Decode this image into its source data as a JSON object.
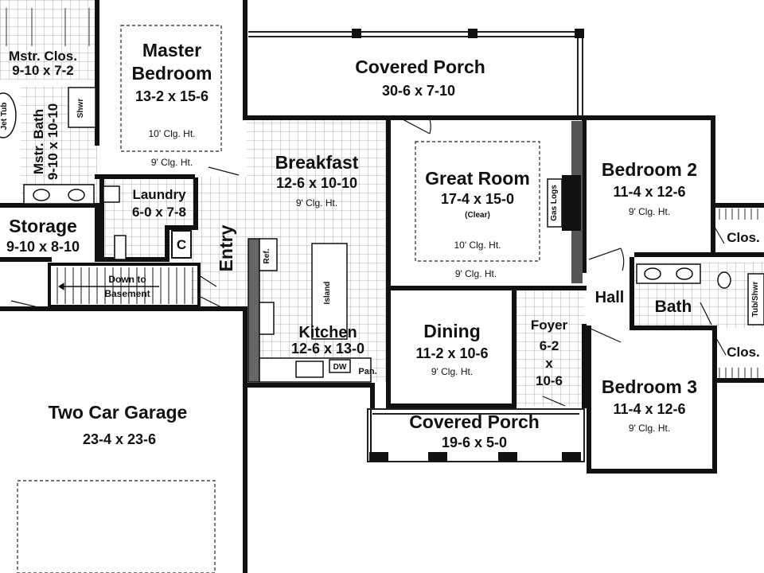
{
  "rooms": {
    "master_bedroom": {
      "name_1": "Master",
      "name_2": "Bedroom",
      "dims": "13-2 x 15-6",
      "ceiling_1": "10' Clg. Ht.",
      "ceiling_2": "9' Clg. Ht."
    },
    "master_closet": {
      "name": "Mstr. Clos.",
      "dims": "9-10 x 7-2"
    },
    "master_bath": {
      "name": "Mstr. Bath",
      "dims": "9-10 x 10-10",
      "jet_tub": "Jet Tub",
      "shower": "Shwr"
    },
    "covered_porch_rear": {
      "name": "Covered Porch",
      "dims": "30-6 x 7-10"
    },
    "breakfast": {
      "name": "Breakfast",
      "dims": "12-6 x 10-10",
      "ceiling": "9' Clg. Ht."
    },
    "great_room": {
      "name": "Great Room",
      "dims": "17-4 x 15-0",
      "clear": "(Clear)",
      "ceiling_1": "10' Clg. Ht.",
      "ceiling_2": "9' Clg. Ht.",
      "gas_logs": "Gas Logs"
    },
    "bedroom_2": {
      "name": "Bedroom 2",
      "dims": "11-4 x 12-6",
      "ceiling": "9' Clg. Ht."
    },
    "closet_2": {
      "name": "Clos."
    },
    "laundry": {
      "name": "Laundry",
      "dims": "6-0 x 7-8",
      "closet": "C"
    },
    "storage": {
      "name": "Storage",
      "dims": "9-10 x 8-10"
    },
    "entry": {
      "name": "Entry"
    },
    "stairs": {
      "line_1": "Down to",
      "line_2": "Basement"
    },
    "kitchen": {
      "name": "Kitchen",
      "dims": "12-6 x 13-0",
      "fridge": "Ref.",
      "island": "Island",
      "dishwasher": "DW",
      "pantry": "Pan."
    },
    "dining": {
      "name": "Dining",
      "dims": "11-2 x 10-6",
      "ceiling": "9' Clg. Ht."
    },
    "foyer": {
      "name": "Foyer",
      "dims_1": "6-2",
      "dims_2": "x",
      "dims_3": "10-6"
    },
    "hall": {
      "name": "Hall"
    },
    "bath": {
      "name": "Bath",
      "tub_shower": "Tub/Shwr"
    },
    "bedroom_3": {
      "name": "Bedroom 3",
      "dims": "11-4 x 12-6",
      "ceiling": "9' Clg. Ht."
    },
    "closet_3": {
      "name": "Clos."
    },
    "garage": {
      "name": "Two Car Garage",
      "dims": "23-4 x 23-6"
    },
    "covered_porch_front": {
      "name": "Covered Porch",
      "dims": "19-6 x 5-0"
    }
  }
}
